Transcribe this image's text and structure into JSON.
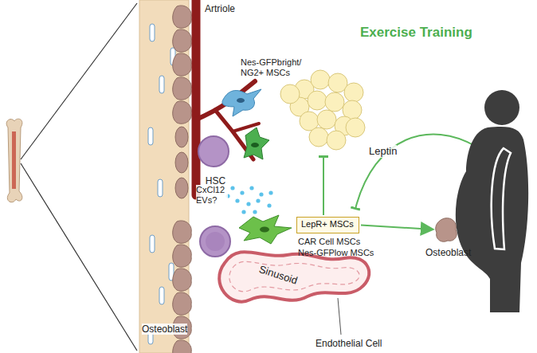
{
  "diagram": {
    "nodes": [
      {
        "text": [
          "HSC"
        ]
      },
      {
        "text": [
          "LepR+ MSCs"
        ]
      },
      {
        "text": [
          "Osteoblast"
        ]
      }
    ],
    "edges": [
      {
        "from": 1,
        "to": 2,
        "arrow": "to"
      }
    ],
    "labels": [
      "Artriole",
      "Exercise Training",
      "Nes-GFPbright/ NG2+ MSCs",
      "CxCl12 EVs?",
      "Leptin",
      "CAR Cell MSCs",
      "Nes-GFPlow MSCs",
      "Sinusoid",
      "Osteoblast",
      "Endothelial Cell"
    ]
  }
}
